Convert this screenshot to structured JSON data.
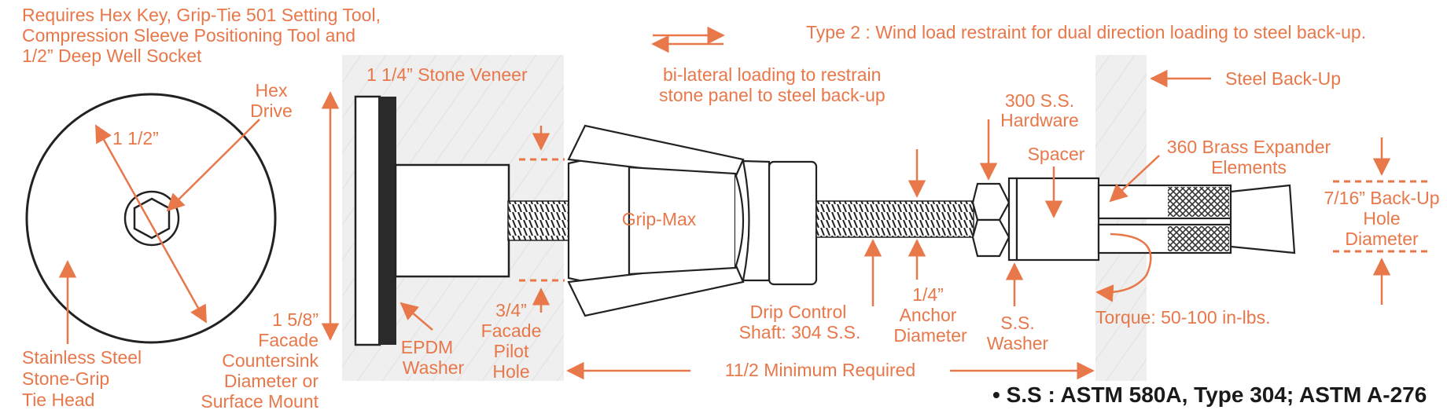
{
  "labels": {
    "requires_line1": "Requires Hex Key, Grip-Tie 501 Setting Tool,",
    "requires_line2": "Compression Sleeve Positioning Tool and",
    "requires_line3": "1/2” Deep Well Socket",
    "type2": "Type 2 : Wind load restraint for dual direction loading to steel back-up.",
    "bilateral_line1": "bi-lateral loading to restrain",
    "bilateral_line2": "stone panel to steel back-up",
    "stone_veneer": "1 1/4” Stone Veneer",
    "steel_backup": "Steel Back-Up",
    "hex_drive_line1": "Hex",
    "hex_drive_line2": "Drive",
    "dim_1_1_2": "1 1/2”",
    "hardware_line1": "300 S.S.",
    "hardware_line2": "Hardware",
    "spacer": "Spacer",
    "brass_line1": "360 Brass Expander",
    "brass_line2": "Elements",
    "backup_hole_line1": "7/16” Back-Up",
    "backup_hole_line2": "Hole",
    "backup_hole_line3": "Diameter",
    "grip_max": "Grip-Max",
    "countersink_line1": "1 5/8”",
    "countersink_line2": "Facade",
    "countersink_line3": "Countersink",
    "countersink_line4": "Diameter or",
    "countersink_line5": "Surface Mount",
    "epdm_line1": "EPDM",
    "epdm_line2": "Washer",
    "pilot_line1": "3/4”",
    "pilot_line2": "Facade",
    "pilot_line3": "Pilot",
    "pilot_line4": "Hole",
    "drip_line1": "Drip Control",
    "drip_line2": "Shaft: 304 S.S.",
    "anchor_line1": "1/4”",
    "anchor_line2": "Anchor",
    "anchor_line3": "Diameter",
    "washer_line1": "S.S.",
    "washer_line2": "Washer",
    "torque": "Torque: 50-100 in-lbs.",
    "minimum": "11/2 Minimum Required",
    "stainless_line1": "Stainless Steel",
    "stainless_line2": "Stone-Grip",
    "stainless_line3": "Tie Head",
    "spec": "• S.S : ASTM 580A, Type 304; ASTM A-276"
  },
  "colors": {
    "accent": "#E8774A",
    "outline": "#222222",
    "wall_fill": "#efefef",
    "spec_text": "#1a1a1a"
  }
}
